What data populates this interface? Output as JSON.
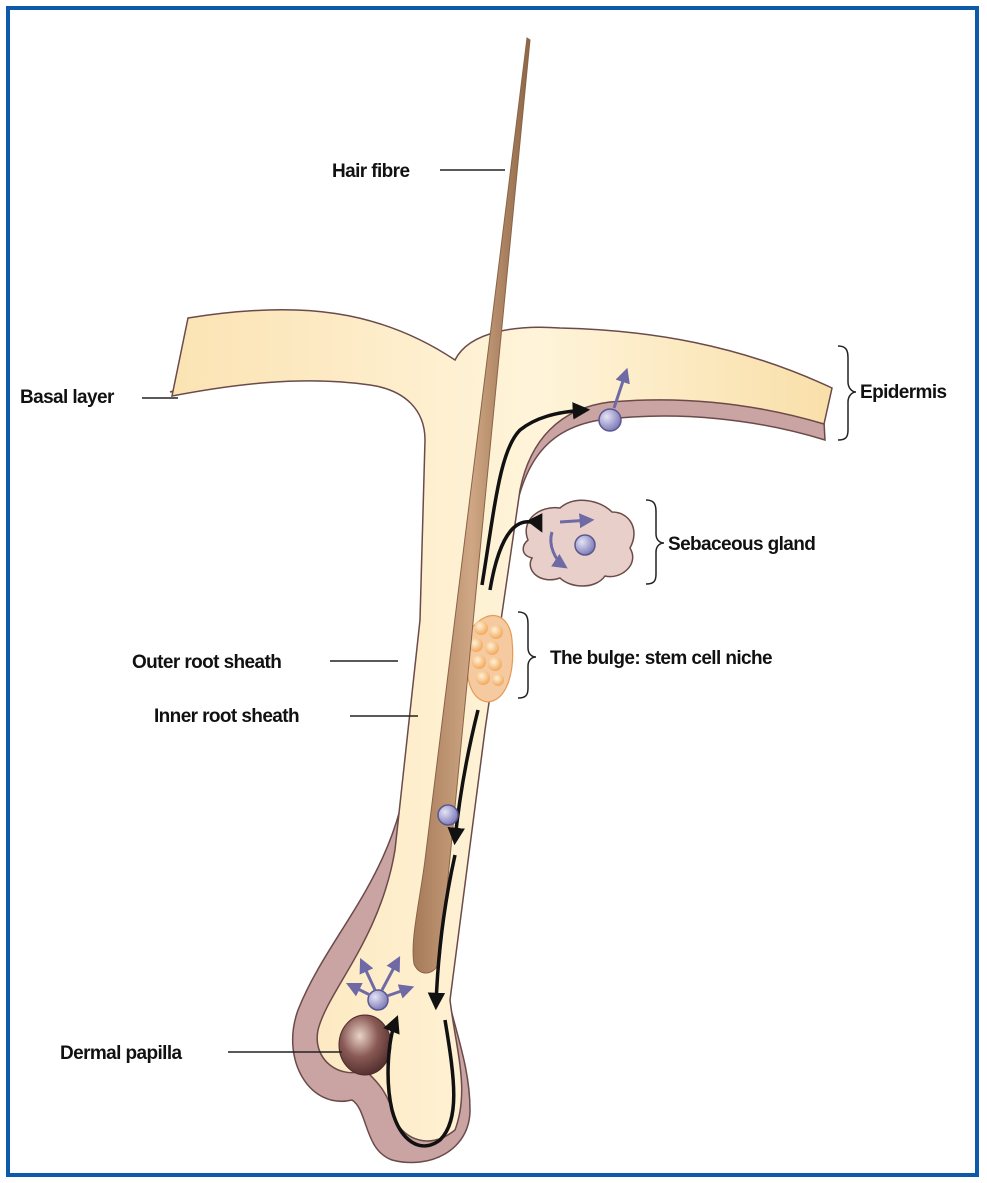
{
  "labels": {
    "hair_fibre": "Hair fibre",
    "basal_layer": "Basal layer",
    "epidermis": "Epidermis",
    "sebaceous_gland": "Sebaceous gland",
    "bulge": "The bulge: stem cell niche",
    "outer_root_sheath": "Outer root sheath",
    "inner_root_sheath": "Inner root sheath",
    "dermal_papilla": "Dermal papilla"
  },
  "colors": {
    "frame": "#0d5aa8",
    "epidermis_fill": "#fbe4b4",
    "epidermis_highlight": "#fff6df",
    "basal_mauve": "#caa3a3",
    "outline": "#6b4a4a",
    "hair": "#b98f6d",
    "hair_dark": "#8a6446",
    "stem_cell": "#8d8bc3",
    "stem_cell_edge": "#5a578f",
    "bulge_cells": "#f7b469",
    "papilla": "#6b4444",
    "arrow": "#111111",
    "cell_arrow": "#6f6aa6"
  }
}
